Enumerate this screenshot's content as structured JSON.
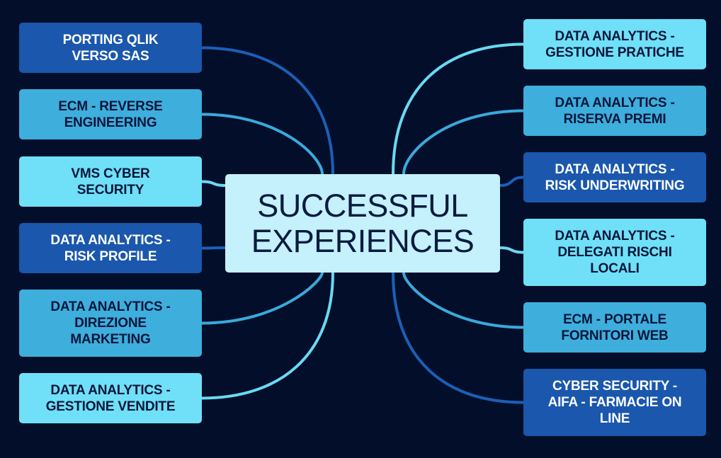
{
  "center": {
    "title": "SUCCESSFUL\nEXPERIENCES"
  },
  "colors": {
    "background": "#030f2a",
    "center_box": "#c4f1fb",
    "dark_node": "#1a57ad",
    "mid_node": "#3eaedd",
    "light_node": "#6fe0f8"
  },
  "left_nodes": [
    {
      "label": "PORTING QLIK\nVERSO SAS",
      "tone": "dark"
    },
    {
      "label": "ECM - REVERSE\nENGINEERING",
      "tone": "mid"
    },
    {
      "label": "VMS CYBER\nSECURITY",
      "tone": "light"
    },
    {
      "label": "DATA ANALYTICS -\nRISK PROFILE",
      "tone": "dark"
    },
    {
      "label": "DATA ANALYTICS -\nDIREZIONE\nMARKETING",
      "tone": "mid"
    },
    {
      "label": "DATA ANALYTICS -\nGESTIONE VENDITE",
      "tone": "light"
    }
  ],
  "right_nodes": [
    {
      "label": "DATA ANALYTICS -\nGESTIONE PRATICHE",
      "tone": "light"
    },
    {
      "label": "DATA ANALYTICS -\nRISERVA PREMI",
      "tone": "mid"
    },
    {
      "label": "DATA ANALYTICS -\nRISK UNDERWRITING",
      "tone": "dark"
    },
    {
      "label": "DATA ANALYTICS -\nDELEGATI RISCHI\nLOCALI",
      "tone": "light"
    },
    {
      "label": "ECM - PORTALE\nFORNITORI WEB",
      "tone": "mid"
    },
    {
      "label": "CYBER SECURITY -\nAIFA - FARMACIE ON\nLINE",
      "tone": "dark"
    }
  ]
}
